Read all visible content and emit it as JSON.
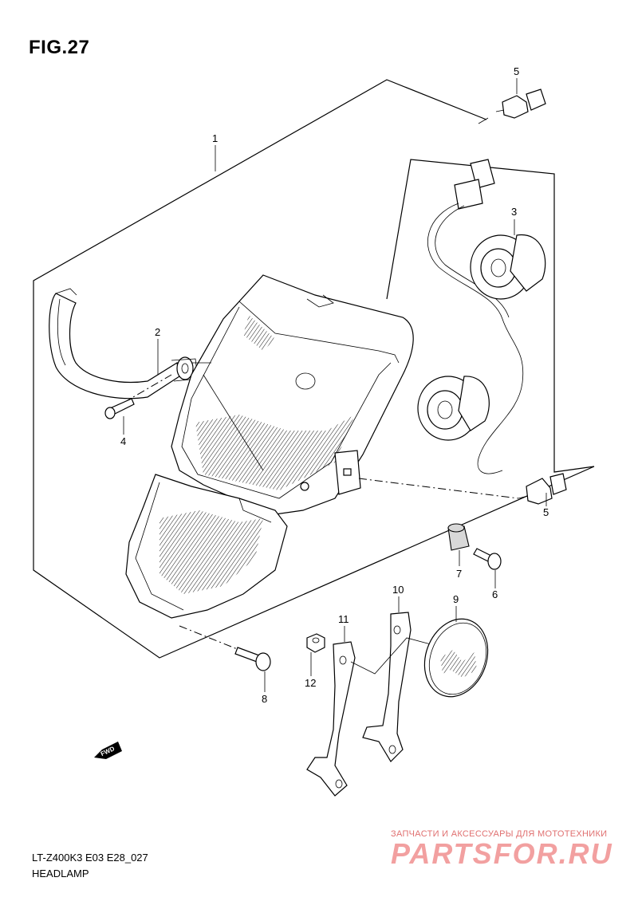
{
  "figure": {
    "title": "FIG.27"
  },
  "footer": {
    "model_code": "LT-Z400K3 E03 E28_027",
    "name": "HEADLAMP"
  },
  "watermark": {
    "subtitle": "ЗАПЧАСТИ И АКСЕССУАРЫ ДЛЯ МОТОТЕХНИКИ",
    "brand": "PARTSFOR.RU",
    "color": "#f2a0a0"
  },
  "fwd_badge": {
    "label": "FWD"
  },
  "callouts": [
    {
      "number": "1",
      "part": "headlamp-assembly"
    },
    {
      "number": "2",
      "part": "mounting-bracket"
    },
    {
      "number": "3",
      "part": "bulb-socket-harness"
    },
    {
      "number": "4",
      "part": "screw"
    },
    {
      "number": "5",
      "part": "bulb"
    },
    {
      "number": "5",
      "part": "bulb"
    },
    {
      "number": "6",
      "part": "bolt"
    },
    {
      "number": "7",
      "part": "rubber-cushion"
    },
    {
      "number": "8",
      "part": "bolt"
    },
    {
      "number": "9",
      "part": "reflector"
    },
    {
      "number": "10",
      "part": "bracket"
    },
    {
      "number": "11",
      "part": "bracket"
    },
    {
      "number": "12",
      "part": "nut"
    }
  ]
}
